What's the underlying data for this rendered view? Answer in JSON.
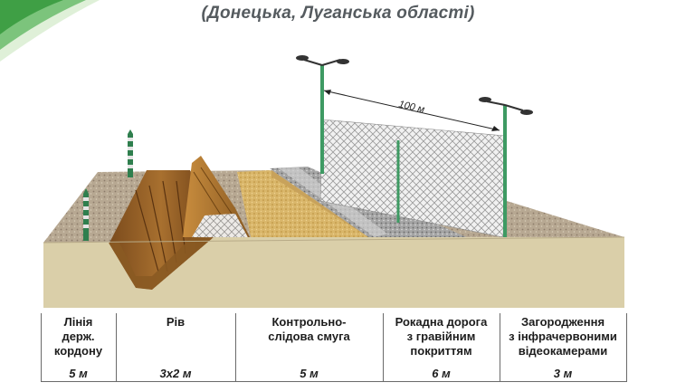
{
  "header": {
    "subtitle": "(Донецька, Луганська області)"
  },
  "diagram": {
    "fence_span_label": "100 м"
  },
  "zones": [
    {
      "label_lines": [
        "Лінія",
        "держ.",
        "кордону"
      ],
      "width": "5 м"
    },
    {
      "label_lines": [
        "Рів"
      ],
      "width": "3х2 м"
    },
    {
      "label_lines": [
        "Контрольно-",
        "слідова смуга"
      ],
      "width": "5 м"
    },
    {
      "label_lines": [
        "Рокадна дорога",
        "з гравійним",
        "покриттям"
      ],
      "width": "6 м"
    },
    {
      "label_lines": [
        "Загородження",
        "з інфрачервоними",
        "відеокамерами"
      ],
      "width": "3 м"
    }
  ],
  "colors": {
    "ground_front": "#d9cfa8",
    "ground_top": "#c4b59a",
    "post_green": "#3e9a63",
    "logo_green": "#4caf50"
  }
}
